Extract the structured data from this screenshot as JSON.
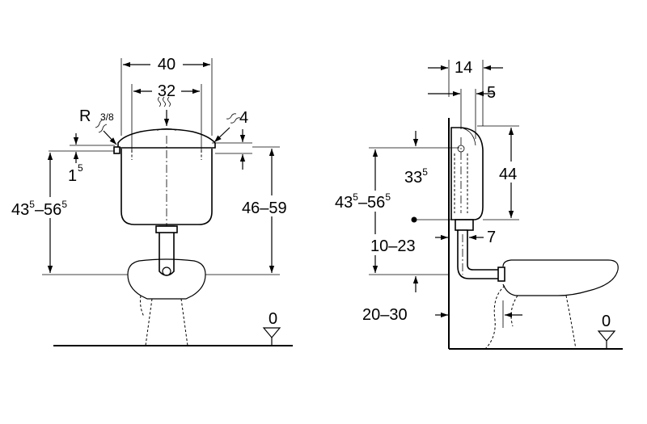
{
  "front_view": {
    "width_outer": "40",
    "width_inner": "32",
    "thread_label": "R",
    "thread_size": "3/8",
    "offset_right": "4",
    "offset_left": "1",
    "offset_left_sup": "5",
    "height_left_a": "43",
    "height_left_a_sup": "5",
    "height_left_sep": "–56",
    "height_left_b_sup": "5",
    "height_right": "46–59",
    "floor_mark": "0"
  },
  "side_view": {
    "depth_outer": "14",
    "depth_inner": "5",
    "tank_height": "44",
    "inlet_height": "33",
    "inlet_height_sup": "5",
    "height_a": "43",
    "height_a_sup": "5",
    "height_sep": "–56",
    "height_b_sup": "5",
    "pipe_offset": "10–23",
    "pipe_gap": "7",
    "wall_gap": "20–30",
    "floor_mark": "0"
  }
}
